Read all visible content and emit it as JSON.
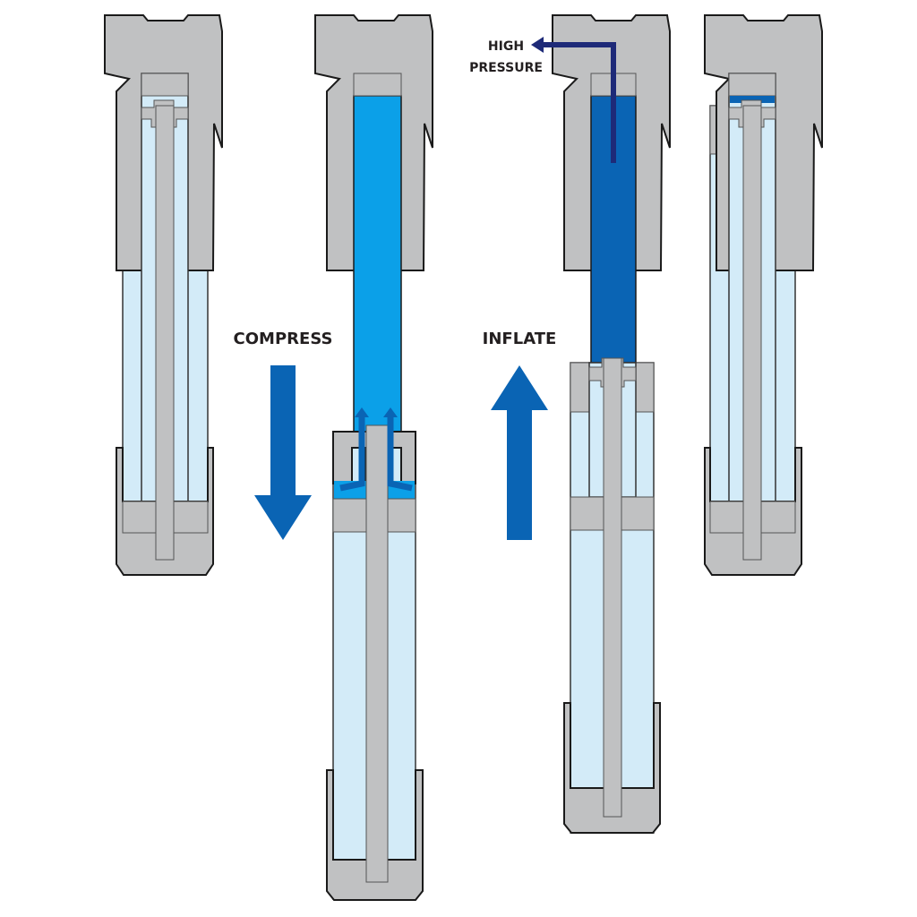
{
  "labels": {
    "compress": "COMPRESS",
    "inflate": "INFLATE",
    "high_pressure_line1": "HIGH",
    "high_pressure_line2": "PRESSURE"
  },
  "colors": {
    "metal": "#c0c1c2",
    "air_light": "#d3ebf8",
    "air_compressing": "#0ba0e8",
    "air_high_pressure": "#0a64b4",
    "arrow_blue": "#0a64b4",
    "arrow_navy": "#1e2a78"
  }
}
